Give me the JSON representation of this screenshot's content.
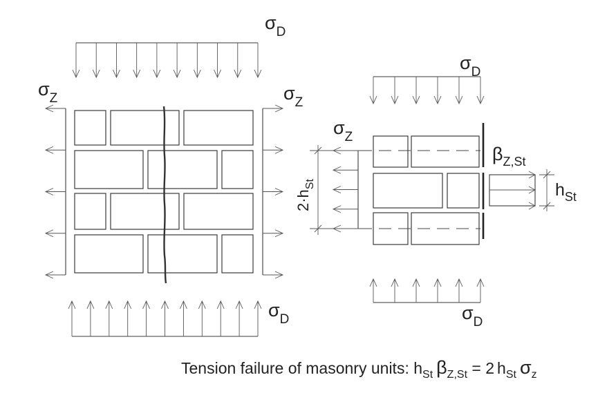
{
  "labels": {
    "sigma_d": {
      "sym": "σ",
      "sub": "D"
    },
    "sigma_z": {
      "sym": "σ",
      "sub": "Z"
    },
    "beta_z_st": {
      "sym": "β",
      "sub": "Z,St"
    },
    "h_st": {
      "main": "h",
      "sub": "St"
    },
    "two_h_st": {
      "main": "2·h",
      "sub": "St"
    }
  },
  "caption": {
    "text": "Tension failure of masonry units: ",
    "h": "h",
    "st1": "St",
    "beta": "β",
    "zst": "Z,St",
    "eq": " = 2",
    "h2": "h",
    "st2": "St",
    "sigma": "σ",
    "z": "z"
  }
}
